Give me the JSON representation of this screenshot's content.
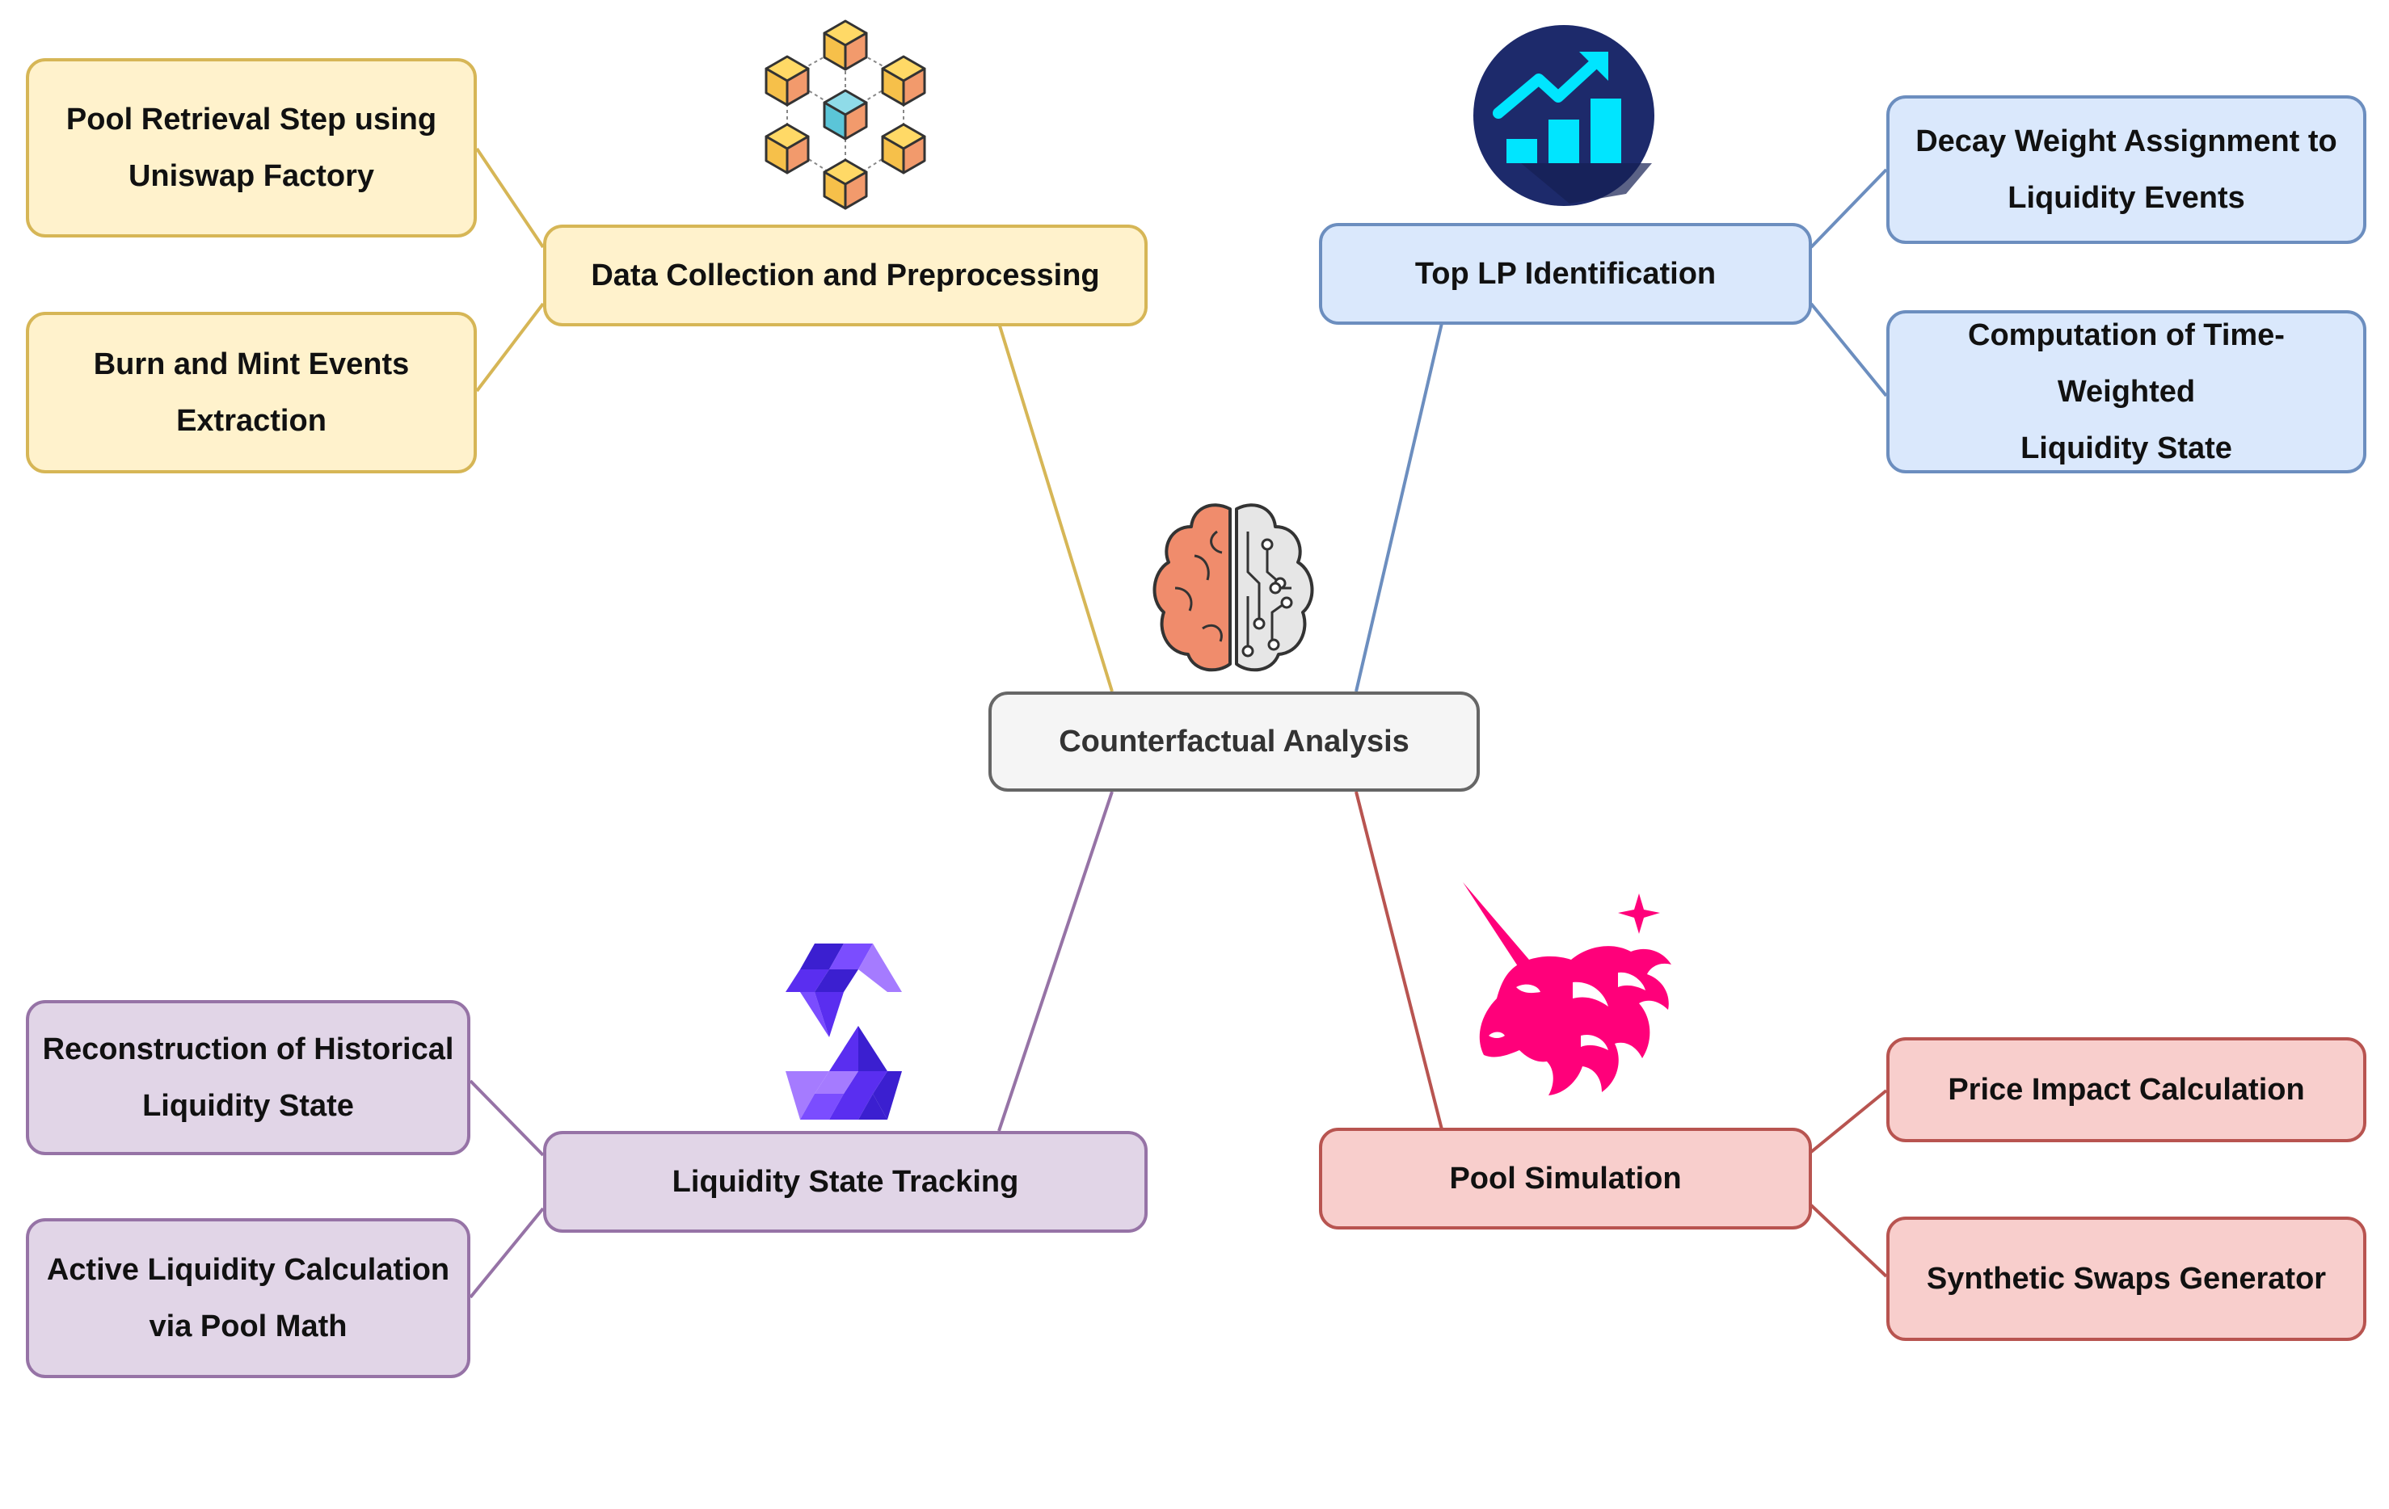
{
  "center": {
    "label": "Counterfactual Analysis",
    "icon": "brain-circuit-icon"
  },
  "branches": {
    "data": {
      "title": "Data Collection and Preprocessing",
      "icon": "blockchain-cubes-icon",
      "color": "#d6b656",
      "fill": "#fff2cc",
      "children": [
        {
          "line1": "Pool Retrieval Step using",
          "line2": "Uniswap Factory"
        },
        {
          "line1": "Burn and Mint Events",
          "line2": "Extraction"
        }
      ]
    },
    "toplp": {
      "title": "Top LP Identification",
      "icon": "growth-chart-icon",
      "color": "#6c8ebf",
      "fill": "#dae8fc",
      "children": [
        {
          "line1": "Decay Weight Assignment to",
          "line2": "Liquidity Events"
        },
        {
          "line1": "Computation of Time-Weighted",
          "line2": "Liquidity State"
        }
      ]
    },
    "liquidity": {
      "title": "Liquidity State Tracking",
      "icon": "solidity-logo-icon",
      "color": "#9673a6",
      "fill": "#e1d5e7",
      "children": [
        {
          "line1": "Reconstruction of Historical",
          "line2": "Liquidity State"
        },
        {
          "line1": "Active Liquidity Calculation",
          "line2": "via Pool Math"
        }
      ]
    },
    "pool": {
      "title": "Pool Simulation",
      "icon": "uniswap-unicorn-icon",
      "color": "#b85450",
      "fill": "#f8cecc",
      "children": [
        {
          "line1": "Price Impact Calculation"
        },
        {
          "line1": "Synthetic Swaps Generator"
        }
      ]
    }
  }
}
